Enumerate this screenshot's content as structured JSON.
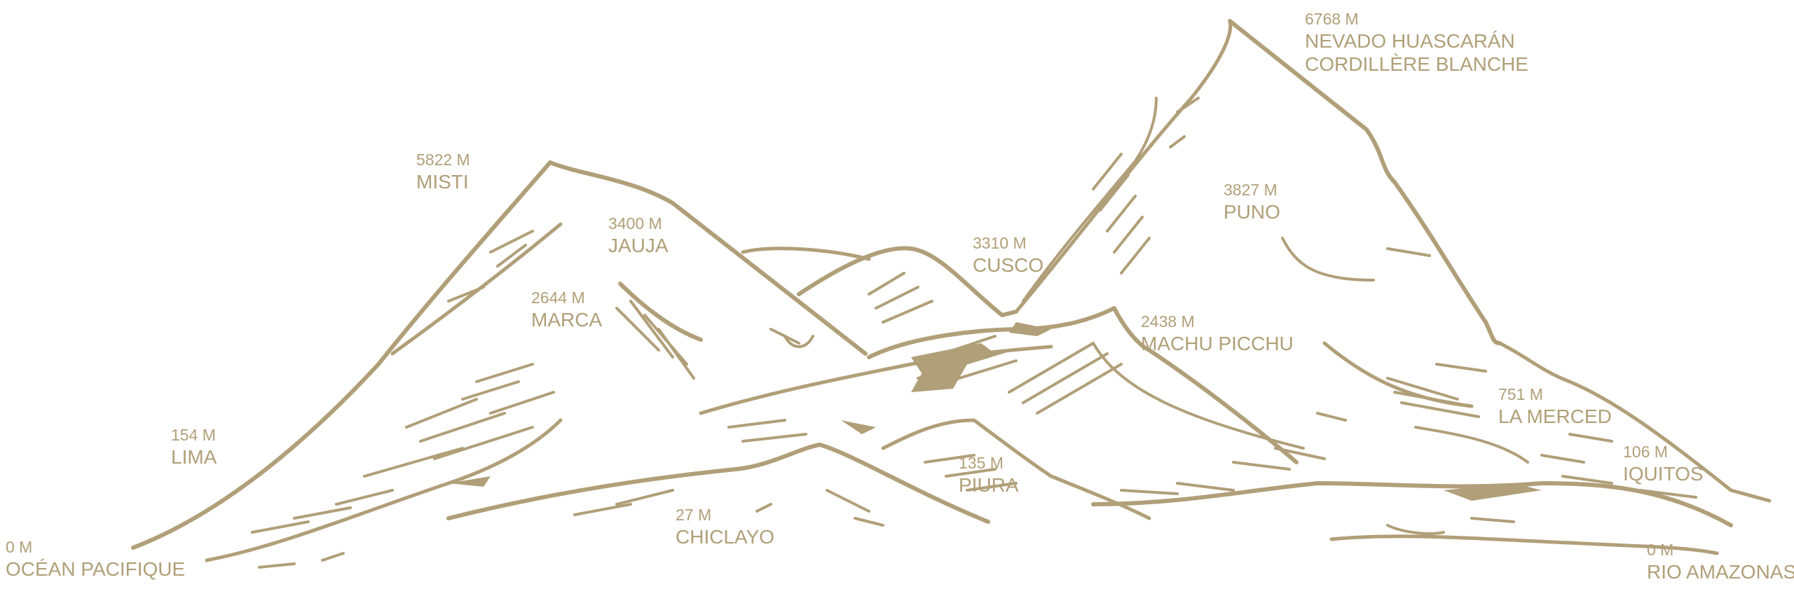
{
  "colors": {
    "ink": "#b09f78",
    "background": "#ffffff"
  },
  "labels": {
    "huascaran": {
      "altitude": "6768 M",
      "name": "NEVADO HUASCARÁN",
      "subname": "CORDILLÈRE BLANCHE"
    },
    "misti": {
      "altitude": "5822 M",
      "name": "MISTI"
    },
    "puno": {
      "altitude": "3827 M",
      "name": "PUNO"
    },
    "jauja": {
      "altitude": "3400 M",
      "name": "JAUJA"
    },
    "cusco": {
      "altitude": "3310 M",
      "name": "CUSCO"
    },
    "marca": {
      "altitude": "2644 M",
      "name": "MARCA"
    },
    "machu_picchu": {
      "altitude": "2438 M",
      "name": "MACHU PICCHU"
    },
    "la_merced": {
      "altitude": "751 M",
      "name": "LA MERCED"
    },
    "lima": {
      "altitude": "154 M",
      "name": "LIMA"
    },
    "piura": {
      "altitude": "135 M",
      "name": "PIURA"
    },
    "iquitos": {
      "altitude": "106 M",
      "name": "IQUITOS"
    },
    "chiclayo": {
      "altitude": "27 M",
      "name": "CHICLAYO"
    },
    "ocean": {
      "altitude": "0 M",
      "name": "OCÉAN PACIFIQUE"
    },
    "amazonas": {
      "altitude": "0 M",
      "name": "RIO AMAZONAS"
    }
  }
}
